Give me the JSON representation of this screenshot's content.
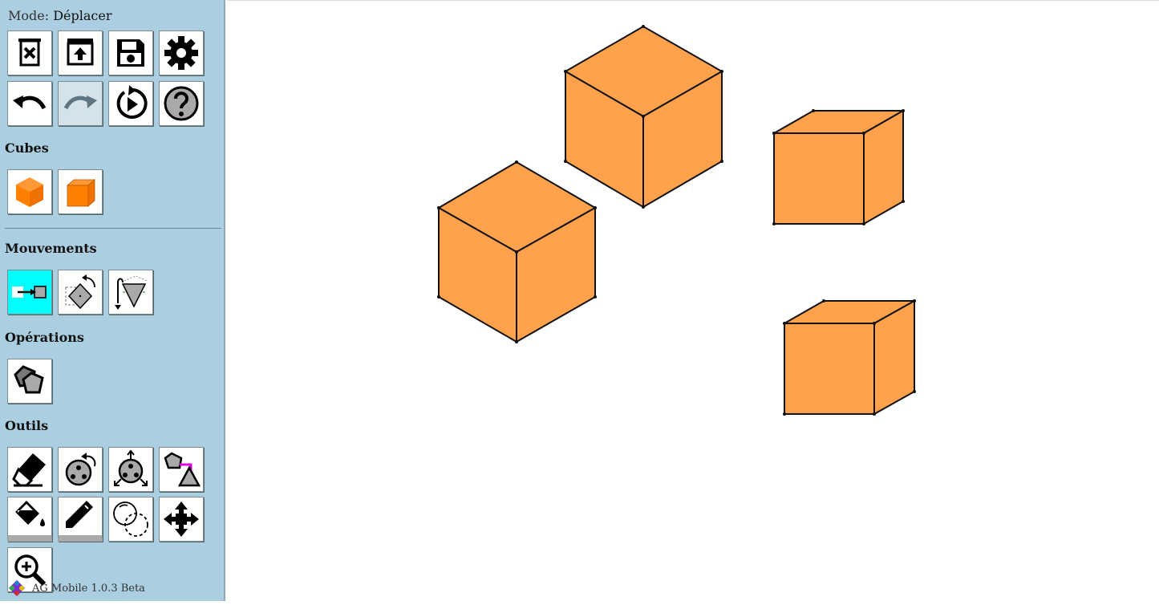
{
  "sidebar": {
    "mode_label": "Mode:",
    "mode_value": "Déplacer",
    "sections": {
      "cubes": "Cubes",
      "mouvements": "Mouvements",
      "operations": "Opérations",
      "outils": "Outils"
    },
    "footer_text": "AG Mobile 1.0.3 Beta"
  },
  "colors": {
    "sidebar_bg": "#abcfe0",
    "cube_fill": "#ffa24b",
    "active_tool": "#00ffff"
  },
  "toolbar_icons": [
    "delete-file-icon",
    "upload-icon",
    "save-icon",
    "gear-icon",
    "undo-icon",
    "redo-icon",
    "replay-icon",
    "help-icon",
    "cube-iso-icon",
    "cube-front-icon",
    "translate-icon",
    "rotate-icon",
    "flip-icon",
    "merge-shapes-icon",
    "eraser-icon",
    "rotate-pivot-icon",
    "move-pivot-icon",
    "shape-border-color-icon",
    "paint-bucket-icon",
    "pencil-icon",
    "duplicate-icon",
    "move-arrows-icon",
    "zoom-icon"
  ],
  "state": {
    "active_tool": "translate",
    "redo_disabled": true
  }
}
